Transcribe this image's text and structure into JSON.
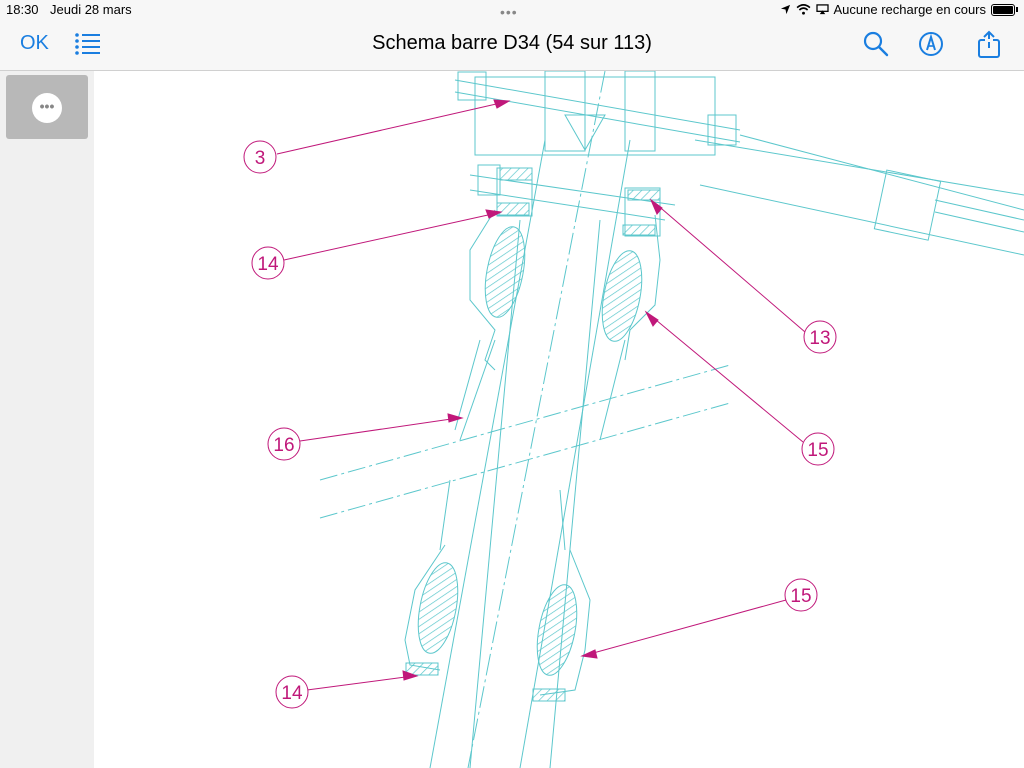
{
  "status_bar": {
    "time": "18:30",
    "date": "Jeudi 28 mars",
    "battery_text": "Aucune recharge en cours",
    "icons": [
      "location-icon",
      "wifi-icon",
      "screen-mirror-icon",
      "battery-icon"
    ]
  },
  "toolbar": {
    "done_label": "OK",
    "title": "Schema barre D34 (54 sur 113)",
    "icons": [
      "list-icon",
      "search-icon",
      "markup-icon",
      "share-icon"
    ]
  },
  "sidebar": {
    "thumbnail_more": "•••"
  },
  "drawing": {
    "line_color": "#5cc7cc",
    "callout_color": "#c0187a",
    "callouts": [
      "3",
      "14",
      "13",
      "16",
      "15",
      "15",
      "14"
    ]
  },
  "colors": {
    "accent": "#1a7ee0"
  }
}
